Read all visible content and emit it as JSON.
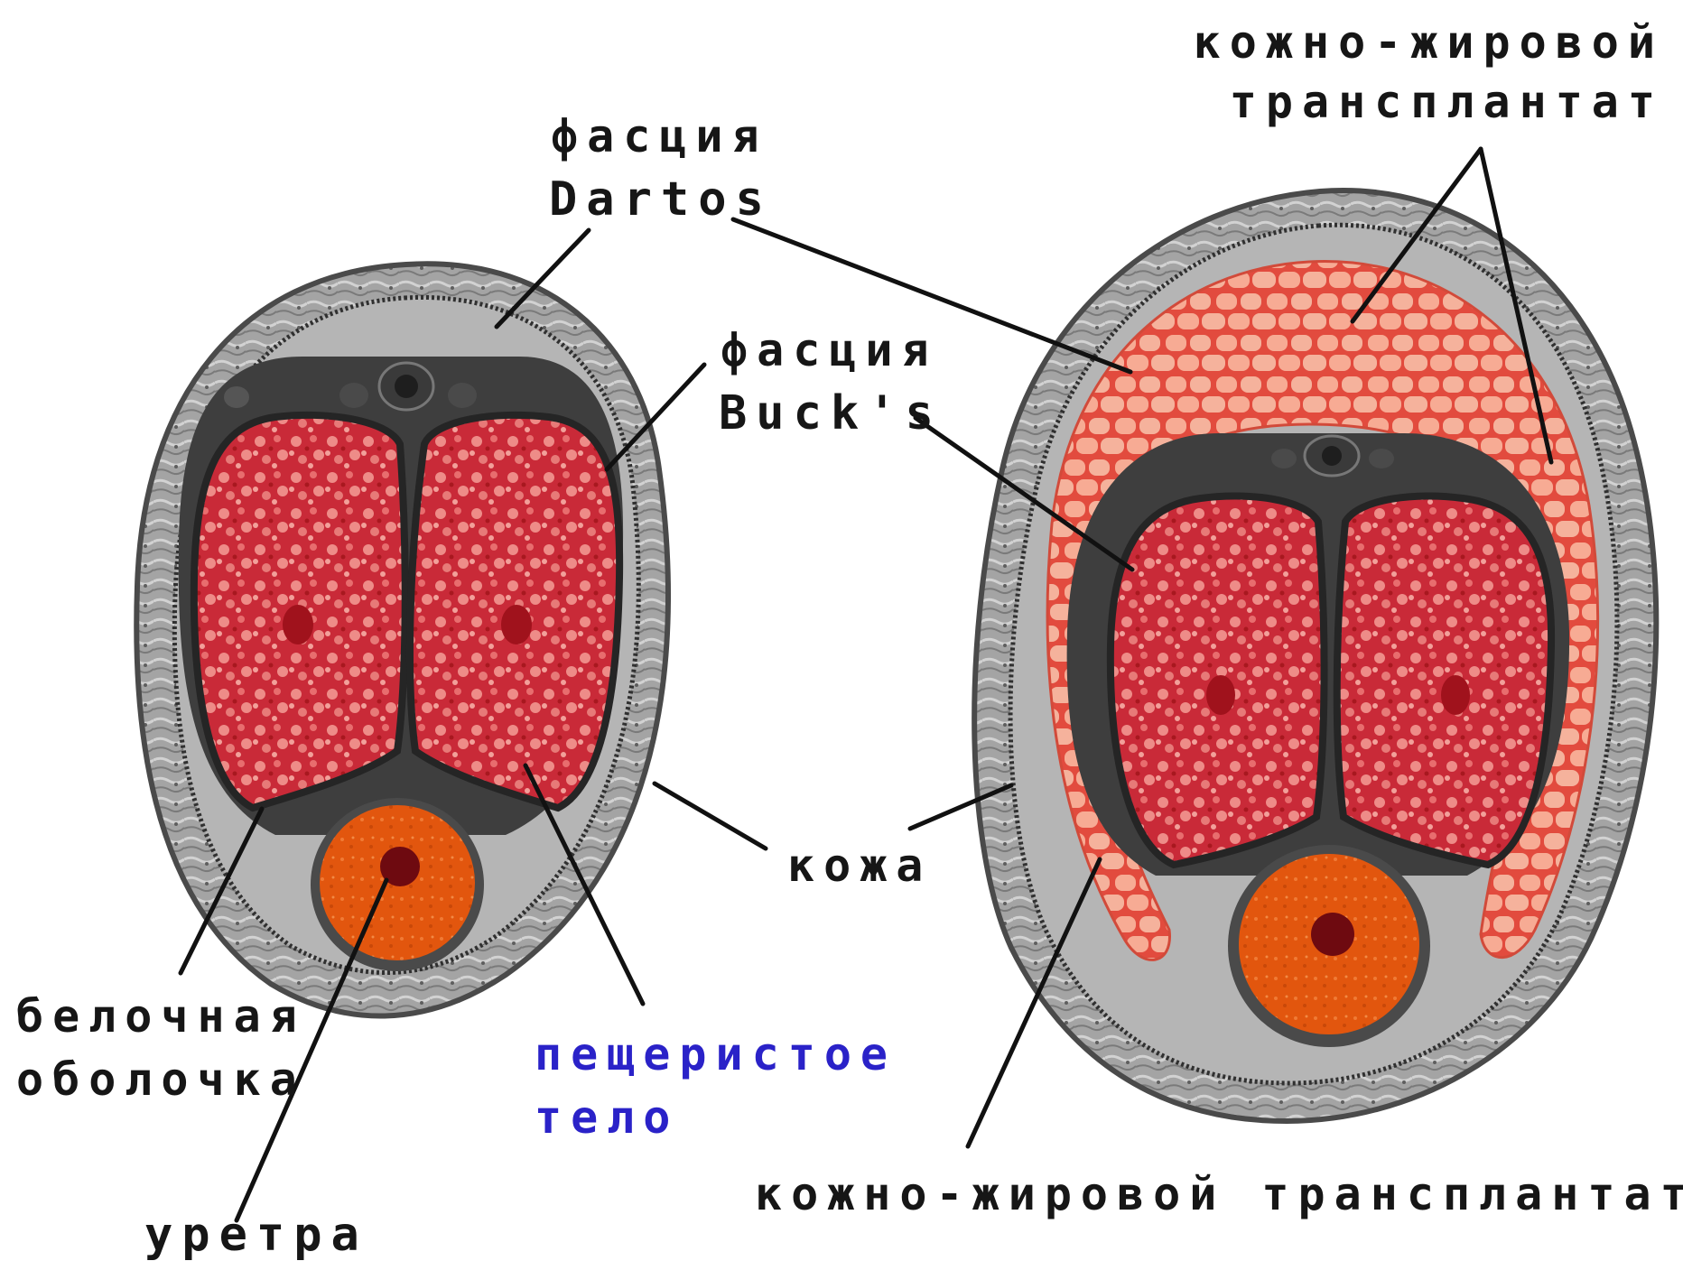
{
  "labels": {
    "skin_fat_graft_top_line1": "кожно-жировой",
    "skin_fat_graft_top_line2": "трансплантат",
    "dartos_line1": "фасция",
    "dartos_line2": "Dartos",
    "bucks_line1": "фасция",
    "bucks_line2": "Buck's",
    "skin": "кожа",
    "tunica_line1": "белочная",
    "tunica_line2": "оболочка",
    "cavernous_line1": "пещеристое",
    "cavernous_line2": "тело",
    "urethra": "уретра",
    "skin_fat_graft_bottom": "кожно-жировой трансплантат"
  },
  "colors": {
    "label_text": "#161616",
    "label_blue": "#2a22c8",
    "skin_gray": "#9a9a9a",
    "fascia_dark": "#3e3e3e",
    "cavernous_red": "#cc2a3a",
    "cavernous_light": "#ec8a86",
    "urethra_orange": "#e2550e",
    "urethra_lumen": "#7a0a10",
    "graft_pink": "#f5a58e",
    "graft_vessel": "#e04a3c"
  }
}
